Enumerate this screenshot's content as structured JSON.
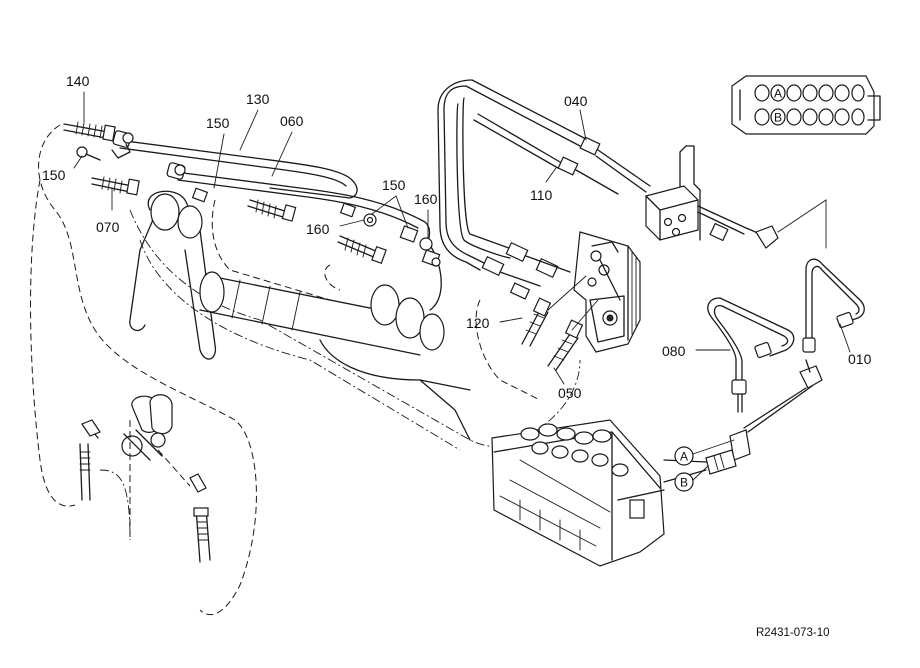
{
  "callouts": {
    "c140": "140",
    "c130": "130",
    "c150a": "150",
    "c060": "060",
    "c150b": "150",
    "c070": "070",
    "c150c": "150",
    "c160a": "160",
    "c160b": "160",
    "c040": "040",
    "c110": "110",
    "c120": "120",
    "c050": "050",
    "c080": "080",
    "c010": "010"
  },
  "ports": {
    "a": "A",
    "b": "B"
  },
  "inset_ports": {
    "a": "A",
    "b": "B"
  },
  "reference_code": "R2431-073-10"
}
